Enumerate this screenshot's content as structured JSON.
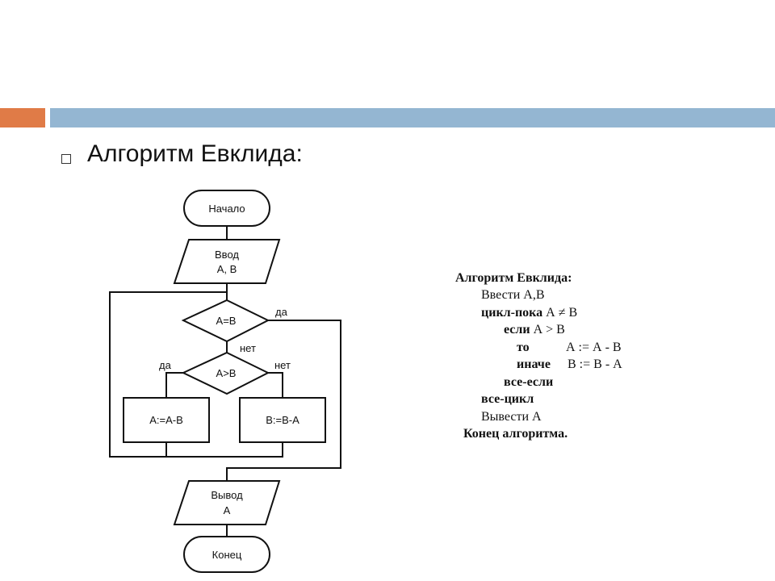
{
  "colors": {
    "accent_orange": "#E07B47",
    "accent_blue": "#94B6D2"
  },
  "slide": {
    "bullet_icon": "hollow-square-bullet",
    "heading": "Алгоритм Евклида:"
  },
  "flowchart": {
    "start": "Начало",
    "input_line1": "Ввод",
    "input_line2": "A, B",
    "cond1": "A=B",
    "cond1_yes": "да",
    "cond1_no": "нет",
    "cond2": "A>B",
    "cond2_yes": "да",
    "cond2_no": "нет",
    "action_left": "A:=A-B",
    "action_right": "B:=B-A",
    "output_line1": "Вывод",
    "output_line2": "A",
    "end": "Конец"
  },
  "pseudocode": {
    "l1": "Алгоритм Евклида:",
    "l2": "Ввести А,В",
    "l3_kw": "цикл-пока",
    "l3_cond": "А ≠ В",
    "l4_kw": "если",
    "l4_cond": "А > В",
    "l5_kw": "то",
    "l5_stmt": "А := А - В",
    "l6_kw": "иначе",
    "l6_stmt": "В := В - А",
    "l7": "все-если",
    "l8": "все-цикл",
    "l9": "Вывести А",
    "l10": "Конец алгоритма."
  }
}
